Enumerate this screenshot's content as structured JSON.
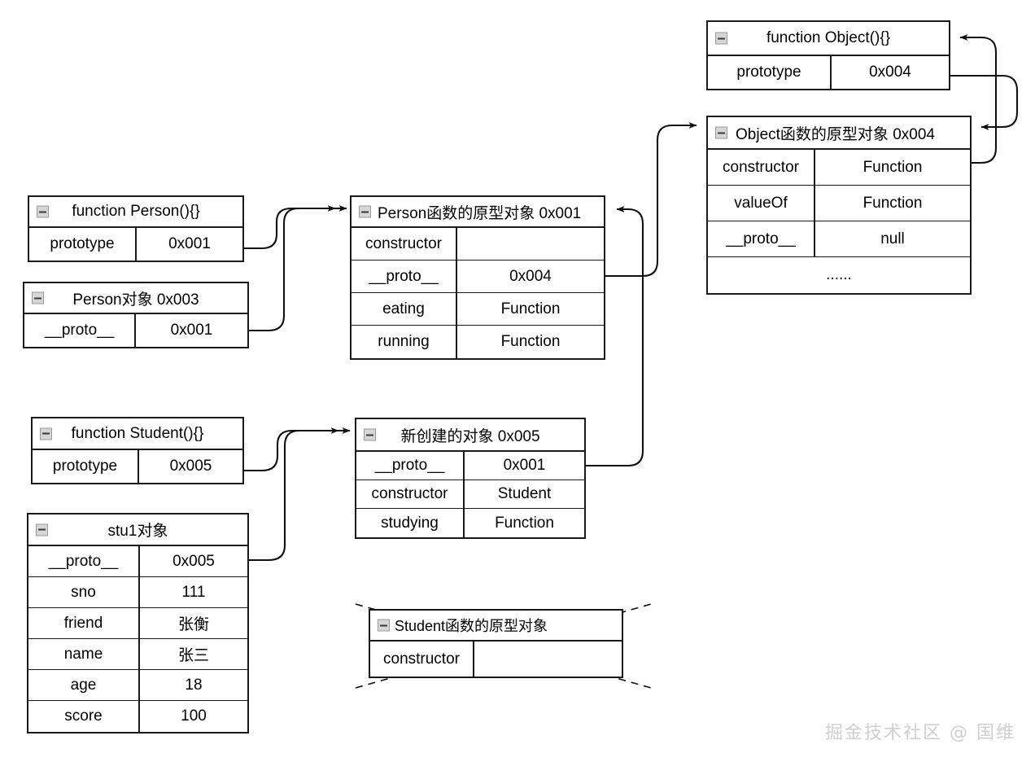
{
  "diagram": {
    "title": "JavaScript prototype chain diagram",
    "watermark": "掘金技术社区 @ 国维",
    "icons": {
      "collapse": "minus-box-icon"
    },
    "colors": {
      "border": "#1a1a1a",
      "background": "#ffffff",
      "icon_fill": "#d6d6d6",
      "watermark": "#cfcfcf"
    }
  },
  "boxes": {
    "func_object": {
      "title": "function Object(){}",
      "rows": [
        {
          "key": "prototype",
          "value": "0x004"
        }
      ]
    },
    "object_proto": {
      "title": "Object函数的原型对象 0x004",
      "rows": [
        {
          "key": "constructor",
          "value": "Function"
        },
        {
          "key": "valueOf",
          "value": "Function"
        },
        {
          "key": "__proto__",
          "value": "null"
        }
      ],
      "ellipsis": "......"
    },
    "func_person": {
      "title": "function Person(){}",
      "rows": [
        {
          "key": "prototype",
          "value": "0x001"
        }
      ]
    },
    "person_obj": {
      "title": "Person对象 0x003",
      "rows": [
        {
          "key": "__proto__",
          "value": "0x001"
        }
      ]
    },
    "person_proto": {
      "title": "Person函数的原型对象 0x001",
      "rows": [
        {
          "key": "constructor",
          "value": ""
        },
        {
          "key": "__proto__",
          "value": "0x004"
        },
        {
          "key": "eating",
          "value": "Function"
        },
        {
          "key": "running",
          "value": "Function"
        }
      ]
    },
    "func_student": {
      "title": "function Student(){}",
      "rows": [
        {
          "key": "prototype",
          "value": "0x005"
        }
      ]
    },
    "new_object": {
      "title": "新创建的对象  0x005",
      "rows": [
        {
          "key": "__proto__",
          "value": "0x001"
        },
        {
          "key": "constructor",
          "value": "Student"
        },
        {
          "key": "studying",
          "value": "Function"
        }
      ]
    },
    "stu1": {
      "title": "stu1对象",
      "rows": [
        {
          "key": "__proto__",
          "value": "0x005"
        },
        {
          "key": "sno",
          "value": "111"
        },
        {
          "key": "friend",
          "value": "张衡"
        },
        {
          "key": "name",
          "value": "张三"
        },
        {
          "key": "age",
          "value": "18"
        },
        {
          "key": "score",
          "value": "100"
        }
      ]
    },
    "student_proto": {
      "title": "Student函数的原型对象",
      "crossed_out": true,
      "rows": [
        {
          "key": "constructor",
          "value": ""
        }
      ]
    }
  }
}
